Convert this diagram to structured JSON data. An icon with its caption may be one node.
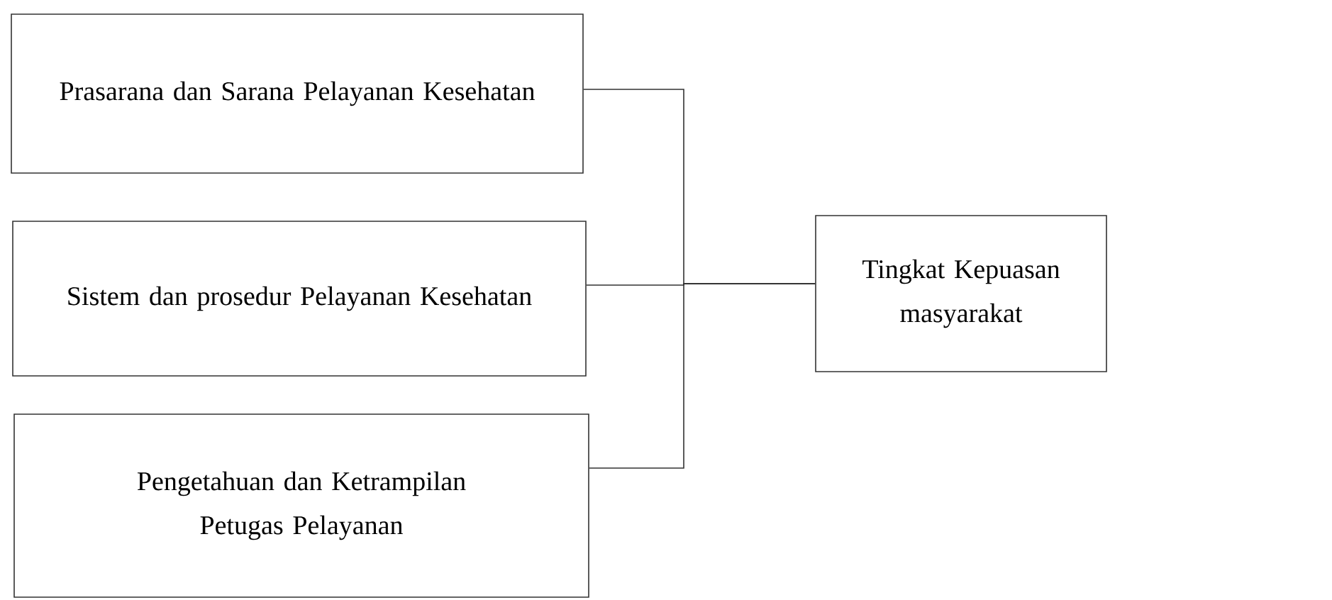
{
  "diagram": {
    "nodes": [
      {
        "text": [
          "Prasarana dan Sarana Pelayanan Kesehatan"
        ]
      },
      {
        "text": [
          "Sistem dan prosedur Pelayanan Kesehatan"
        ]
      },
      {
        "text": [
          "Pengetahuan dan Ketrampilan Petugas Pelayanan"
        ]
      },
      {
        "text": [
          "Tingkat Kepuasan masyarakat"
        ]
      }
    ],
    "edges": [
      {
        "from": 0,
        "to": 3,
        "arrow": "none"
      },
      {
        "from": 1,
        "to": 3,
        "arrow": "none"
      },
      {
        "from": 2,
        "to": 3,
        "arrow": "none"
      }
    ]
  }
}
